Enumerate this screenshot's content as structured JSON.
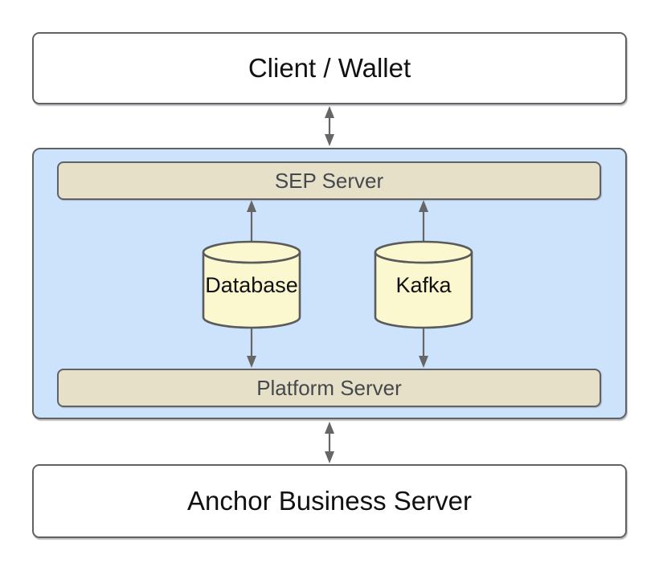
{
  "diagram": {
    "client_box": {
      "label": "Client / Wallet"
    },
    "anchor_platform_container": {
      "sep_server_label": "SEP Server",
      "database_label": "Database",
      "kafka_label": "Kafka",
      "platform_server_label": "Platform Server"
    },
    "anchor_business_box": {
      "label": "Anchor Business Server"
    },
    "arrows": [
      {
        "from": "Client / Wallet",
        "to": "container",
        "bidirectional": true
      },
      {
        "from": "Database",
        "to": "SEP Server",
        "bidirectional": false
      },
      {
        "from": "Kafka",
        "to": "SEP Server",
        "bidirectional": false
      },
      {
        "from": "Database",
        "to": "Platform Server",
        "bidirectional": false
      },
      {
        "from": "Kafka",
        "to": "Platform Server",
        "bidirectional": false
      },
      {
        "from": "container",
        "to": "Anchor Business Server",
        "bidirectional": true
      }
    ],
    "colors": {
      "container_fill": "#cde2fb",
      "bar_fill": "#e6e0c8",
      "cylinder_fill": "#fbf8d0",
      "shape_border": "#5f6368",
      "arrow": "#666666",
      "box_fill": "#ffffff",
      "box_text": "#111111",
      "bar_text": "#45494e"
    }
  }
}
